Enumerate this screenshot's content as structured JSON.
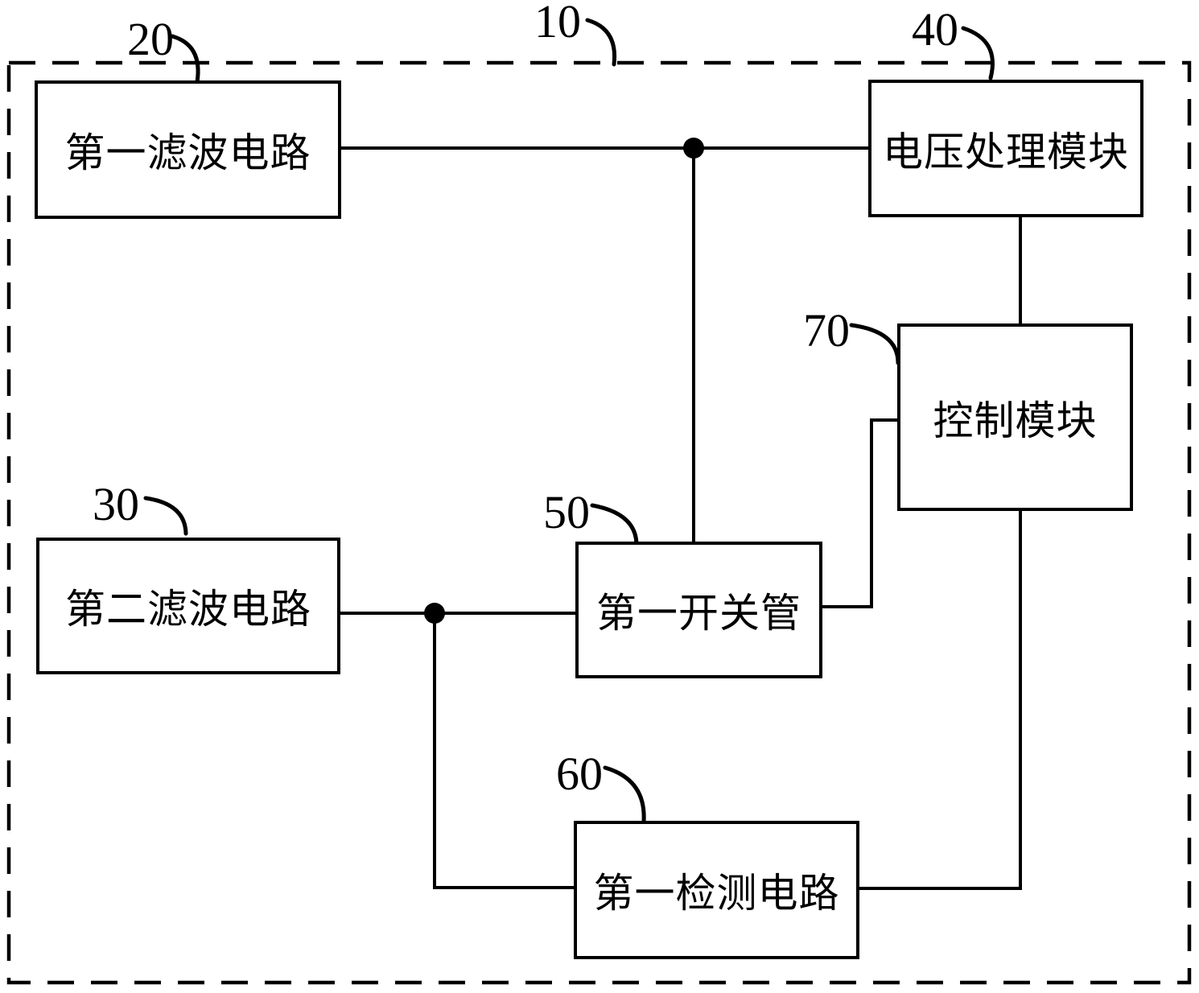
{
  "figure": {
    "kind": "patent-block-diagram",
    "refs": {
      "r10": "10",
      "r20": "20",
      "r30": "30",
      "r40": "40",
      "r50": "50",
      "r60": "60",
      "r70": "70"
    },
    "blocks": {
      "b20": {
        "ref": "20",
        "text": "第一滤波电路"
      },
      "b30": {
        "ref": "30",
        "text": "第二滤波电路"
      },
      "b40": {
        "ref": "40",
        "text": "电压处理模块"
      },
      "b50": {
        "ref": "50",
        "text": "第一开关管"
      },
      "b60": {
        "ref": "60",
        "text": "第一检测电路"
      },
      "b70": {
        "ref": "70",
        "text": "控制模块"
      }
    },
    "edges": [
      {
        "from": "第一滤波电路",
        "to": "电压处理模块",
        "junction": "dot"
      },
      {
        "from": "junction(第一滤波电路-电压处理模块)",
        "to": "第一开关管 top"
      },
      {
        "from": "电压处理模块 bottom",
        "to": "控制模块 top"
      },
      {
        "from": "第二滤波电路",
        "to": "第一开关管",
        "junction": "dot"
      },
      {
        "from": "junction(第二滤波电路-第一开关管)",
        "to": "第一检测电路 left"
      },
      {
        "from": "第一开关管 right",
        "to": "控制模块 left"
      },
      {
        "from": "控制模块 bottom",
        "to": "第一检测电路 right"
      }
    ],
    "outer_boundary_ref": "10",
    "colors": {
      "stroke": "#000000",
      "background": "#ffffff"
    }
  }
}
